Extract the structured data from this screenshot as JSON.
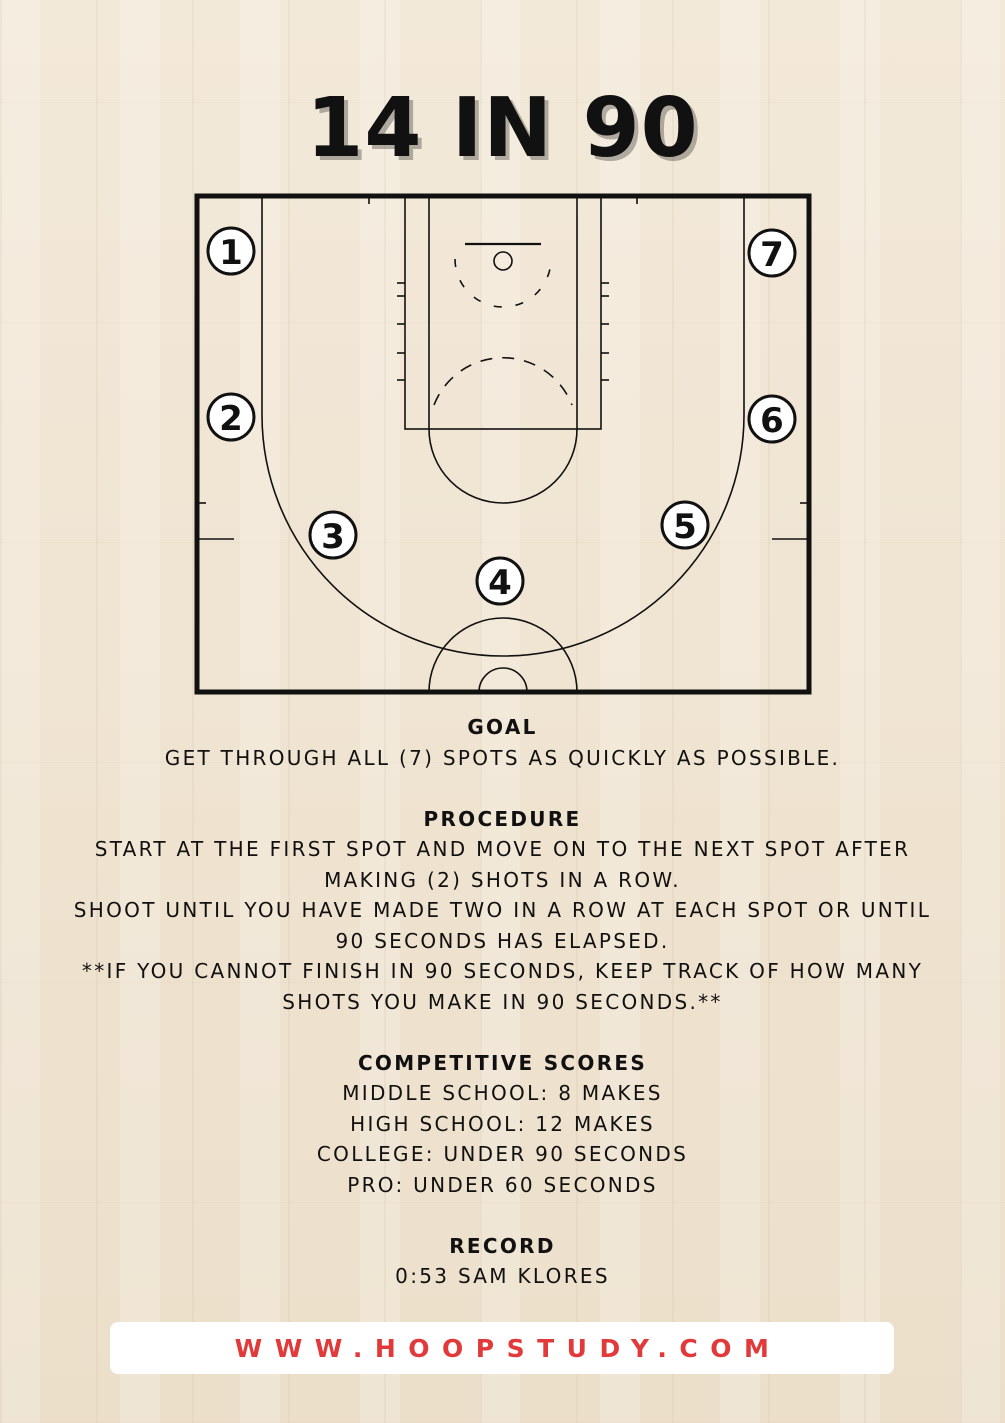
{
  "title": "14 IN 90",
  "spots": [
    {
      "label": "1"
    },
    {
      "label": "2"
    },
    {
      "label": "3"
    },
    {
      "label": "4"
    },
    {
      "label": "5"
    },
    {
      "label": "6"
    },
    {
      "label": "7"
    }
  ],
  "goal": {
    "heading": "GOAL",
    "lines": [
      "GET THROUGH ALL (7) SPOTS AS QUICKLY AS POSSIBLE."
    ]
  },
  "procedure": {
    "heading": "PROCEDURE",
    "lines": [
      "START AT THE FIRST SPOT AND MOVE ON TO THE NEXT SPOT AFTER",
      "MAKING (2) SHOTS IN A ROW.",
      "SHOOT UNTIL YOU HAVE MADE TWO IN A ROW AT EACH SPOT OR UNTIL",
      "90 SECONDS HAS ELAPSED.",
      "**IF YOU CANNOT FINISH IN 90 SECONDS, KEEP TRACK OF HOW MANY",
      "SHOTS YOU MAKE IN 90 SECONDS.**"
    ]
  },
  "competitive_scores": {
    "heading": "COMPETITIVE SCORES",
    "lines": [
      "MIDDLE SCHOOL: 8 MAKES",
      "HIGH SCHOOL: 12 MAKES",
      "COLLEGE: UNDER 90 SECONDS",
      "PRO: UNDER 60 SECONDS"
    ]
  },
  "record": {
    "heading": "RECORD",
    "lines": [
      "0:53 SAM KLORES"
    ]
  },
  "footer": {
    "url": "WWW.HOOPSTUDY.COM",
    "color": "#e23a3a"
  }
}
